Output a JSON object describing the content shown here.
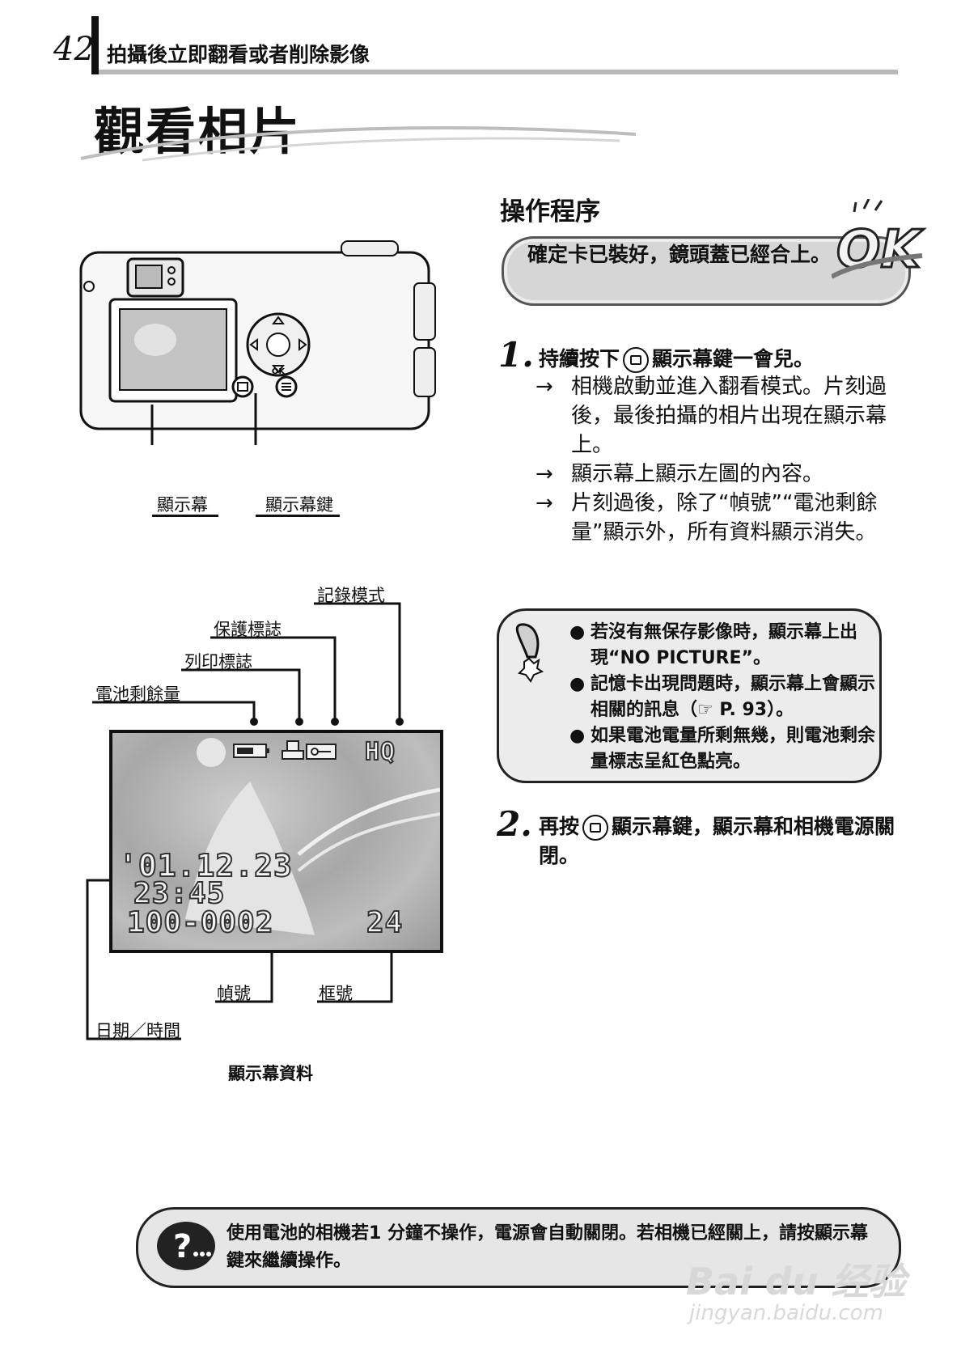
{
  "header": {
    "page_number": "42",
    "chapter_title": "拍攝後立即翻看或者削除影像"
  },
  "page_title": "觀看相片",
  "procedure": {
    "heading": "操作程序",
    "prerequisite": "確定卡已裝好，鏡頭蓋已經合上。",
    "ok_logo": "OK",
    "steps": [
      {
        "number": "1.",
        "title_before": "持續按下",
        "title_after": "顯示幕鍵一會兒。",
        "results": [
          "相機啟動並進入翻看模式。片刻過後，最後拍攝的相片出現在顯示幕上。",
          "顯示幕上顯示左圖的內容。",
          "片刻過後，除了“幀號”“電池剩餘量”顯示外，所有資料顯示消失。"
        ]
      },
      {
        "number": "2.",
        "title_before": "再按",
        "title_after": "顯示幕鍵，顯示幕和相機電源關閉。"
      }
    ],
    "arrow_glyph": "→"
  },
  "notes": [
    "若沒有無保存影像時，顯示幕上出現“NO PICTURE”。",
    "記憶卡出現問題時，顯示幕上會顯示相關的訊息（☞ P. 93）。",
    "如果電池電量所剩無幾，則電池剩余量標志呈紅色點亮。"
  ],
  "camera_labels": {
    "monitor": "顯示幕",
    "monitor_button": "顯示幕鍵",
    "ok_button": "OK"
  },
  "display_labels": {
    "record_mode": "記錄模式",
    "protect": "保護標誌",
    "print": "列印標誌",
    "battery": "電池剩餘量",
    "frame_id": "幀號",
    "frame_count": "框號",
    "date_time": "日期／時間",
    "caption": "顯示幕資料"
  },
  "lcd": {
    "quality": "HQ",
    "date": "'01.12.23",
    "time": "23:45",
    "file_number": "100-0002",
    "frames_left": "24"
  },
  "tip": "使用電池的相機若1 分鐘不操作，電源會自動關閉。若相機已經關上，請按顯示幕鍵來繼續操作。",
  "watermark": {
    "main": "Bai du 经验",
    "sub": "jingyan.baidu.com"
  },
  "colors": {
    "accent_gray": "#b9b9b9",
    "box_fill": "#d6d6d6",
    "ink": "#111111"
  }
}
